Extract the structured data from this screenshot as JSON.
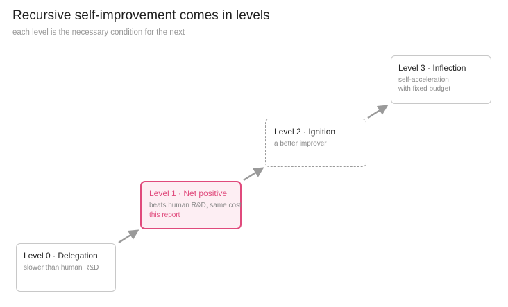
{
  "header": {
    "title": "Recursive self-improvement comes in levels",
    "subtitle": "each level is the necessary condition for the next"
  },
  "levels": [
    {
      "name": "Level 0 · Delegation",
      "desc": [
        "slower than human R&D"
      ],
      "style": "solid"
    },
    {
      "name": "Level 1 · Net positive",
      "desc": [
        "beats human R&D, same cost"
      ],
      "note": "this report",
      "style": "highlighted",
      "accent_color": "#e04a7c"
    },
    {
      "name": "Level 2 · Ignition",
      "desc": [
        "a better improver"
      ],
      "style": "dashed"
    },
    {
      "name": "Level 3 · Inflection",
      "desc": [
        "self-acceleration",
        "with fixed budget"
      ],
      "style": "solid"
    }
  ],
  "colors": {
    "arrow": "#9a9a9a",
    "highlight": "#e04a7c",
    "highlight_bg": "#fdeef3"
  }
}
